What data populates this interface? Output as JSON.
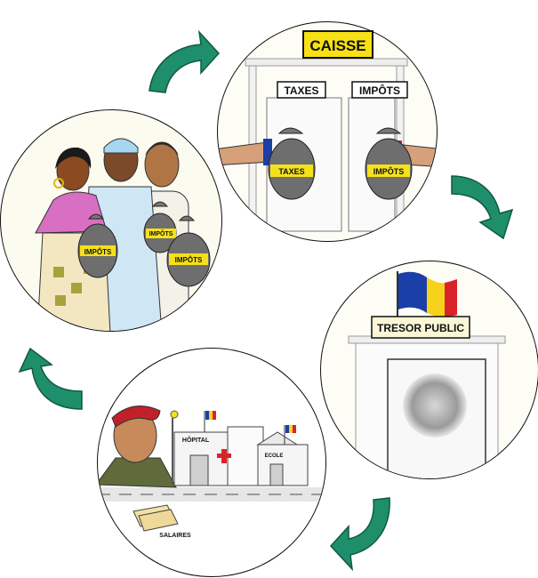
{
  "labels": {
    "caisse": "CAISSE",
    "taxes_sign": "TAXES",
    "impots_sign": "IMPÔTS",
    "taxes_bag": "TAXES",
    "impots_bag": "IMPÔTS",
    "citizen_bag_1": "IMPÔTS",
    "citizen_bag_2": "IMPÔTS",
    "citizen_bag_3": "IMPÔTS",
    "tresor": "TRESOR PUBLIC",
    "hopital": "HÔPITAL",
    "ecole": "ECOLE",
    "salaires": "SALAIRES"
  },
  "colors": {
    "arrow": "#1e8f6a",
    "arrow_dark": "#0f5a41",
    "caisse_bg": "#f7e015",
    "bag": "#6e6e6e",
    "bag_band": "#f5e11a",
    "flag_blue": "#1a3fa6",
    "flag_yellow": "#f6d21b",
    "flag_red": "#d8232a",
    "cross": "#d8232a",
    "beret": "#c0202a"
  },
  "icons": [
    "curved-arrow-icon",
    "money-bag-icon",
    "flag-icon",
    "hospital-cross-icon",
    "banknotes-icon"
  ]
}
